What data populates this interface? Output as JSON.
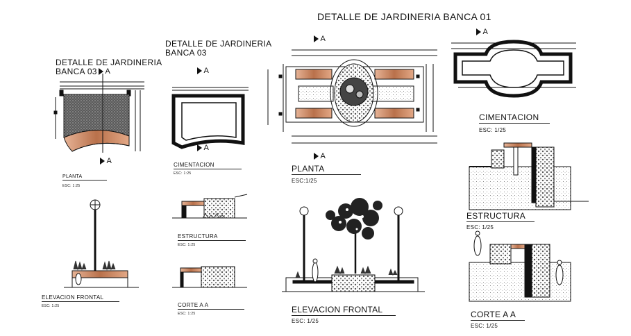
{
  "title": "DETALLE DE JARDINERIA  BANCA 01",
  "section_marker": "A",
  "banca03_a": {
    "title_l1": "DETALLE DE JARDINERIA",
    "title_l2": "BANCA 03",
    "planta": "PLANTA",
    "planta_scale": "ESC: 1:25",
    "elevacion": "ELEVACION FRONTAL",
    "elevacion_scale": "ESC: 1:25"
  },
  "banca03_b": {
    "title_l1": "DETALLE DE JARDINERIA",
    "title_l2": "BANCA 03",
    "cimentacion": "CIMENTACION",
    "cimentacion_scale": "ESC: 1:25",
    "estructura": "ESTRUCTURA",
    "estructura_scale": "ESC: 1:25",
    "corte": "CORTE A A",
    "corte_scale": "ESC: 1:25"
  },
  "banca01": {
    "planta": "PLANTA",
    "planta_scale": "ESC:1/25",
    "elevacion": "ELEVACION FRONTAL",
    "elevacion_scale": "ESC: 1/25"
  },
  "banca01_right": {
    "cimentacion": "CIMENTACION",
    "cimentacion_scale": "ESC: 1/25",
    "estructura": "ESTRUCTURA",
    "estructura_scale": "ESC: 1/25",
    "corte": "CORTE A A",
    "corte_scale": "ESC: 1/25"
  },
  "colors": {
    "line": "#111111",
    "wood": "#c98c68",
    "gravel": "#6f6f6f"
  }
}
